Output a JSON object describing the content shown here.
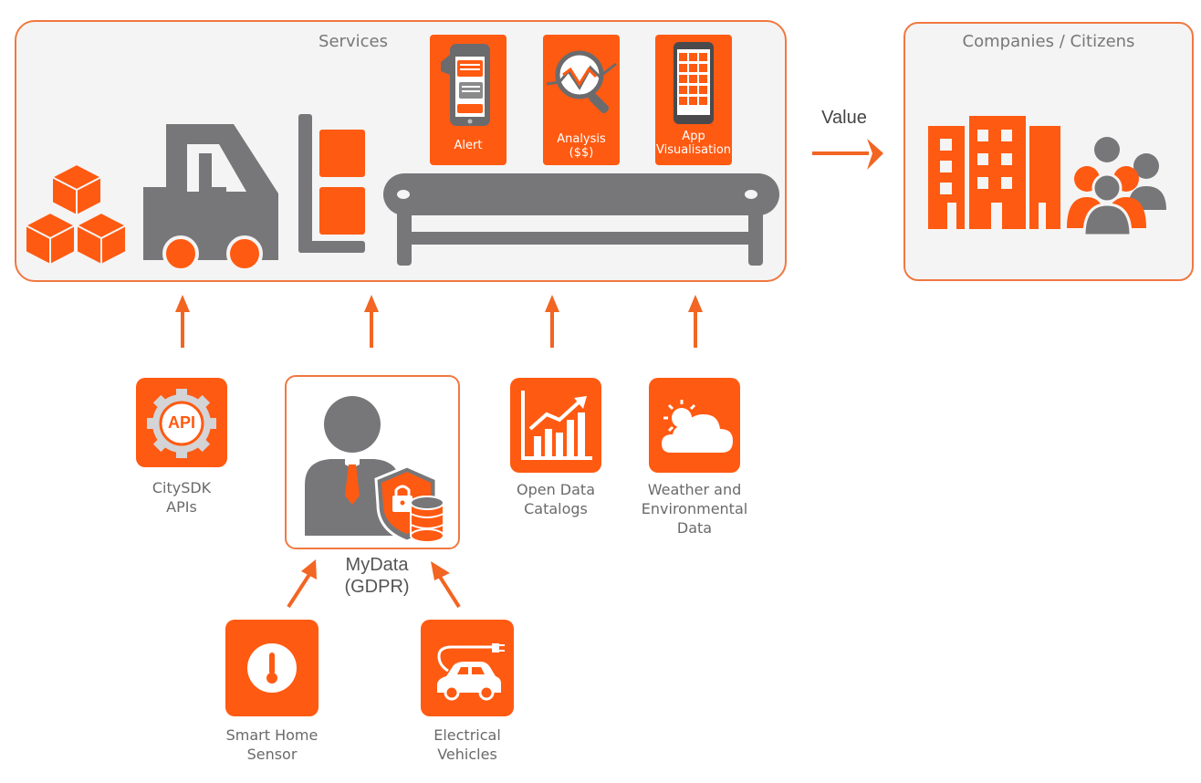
{
  "services": {
    "title": "Services",
    "cards": [
      {
        "label_lines": [
          "Alert"
        ]
      },
      {
        "label_lines": [
          "Analysis",
          "($$)"
        ]
      },
      {
        "label_lines": [
          "App",
          "Visualisation"
        ]
      }
    ]
  },
  "companies": {
    "title": "Companies / Citizens"
  },
  "value_label": "Value",
  "sources": [
    {
      "name": "citysdk",
      "label_lines": [
        "CitySDK",
        "APIs"
      ],
      "icon": "api-gear-icon",
      "badge": "API"
    },
    {
      "name": "mydata",
      "label_lines": [
        "MyData",
        "(GDPR)"
      ],
      "icon": "person-shield-database-icon"
    },
    {
      "name": "open-data",
      "label_lines": [
        "Open Data",
        "Catalogs"
      ],
      "icon": "growth-chart-icon"
    },
    {
      "name": "weather",
      "label_lines": [
        "Weather and",
        "Environmental",
        "Data"
      ],
      "icon": "sun-cloud-icon"
    }
  ],
  "mydata_inputs": [
    {
      "name": "smart-home",
      "label_lines": [
        "Smart Home",
        "Sensor"
      ],
      "icon": "thermometer-icon"
    },
    {
      "name": "ev",
      "label_lines": [
        "Electrical",
        "Vehicles"
      ],
      "icon": "electric-car-icon"
    }
  ],
  "colors": {
    "accent": "#ff5a12",
    "arrow": "#f26522",
    "gray": "#77777a",
    "panel_bg": "#f4f4f4",
    "panel_border": "#f07840"
  }
}
